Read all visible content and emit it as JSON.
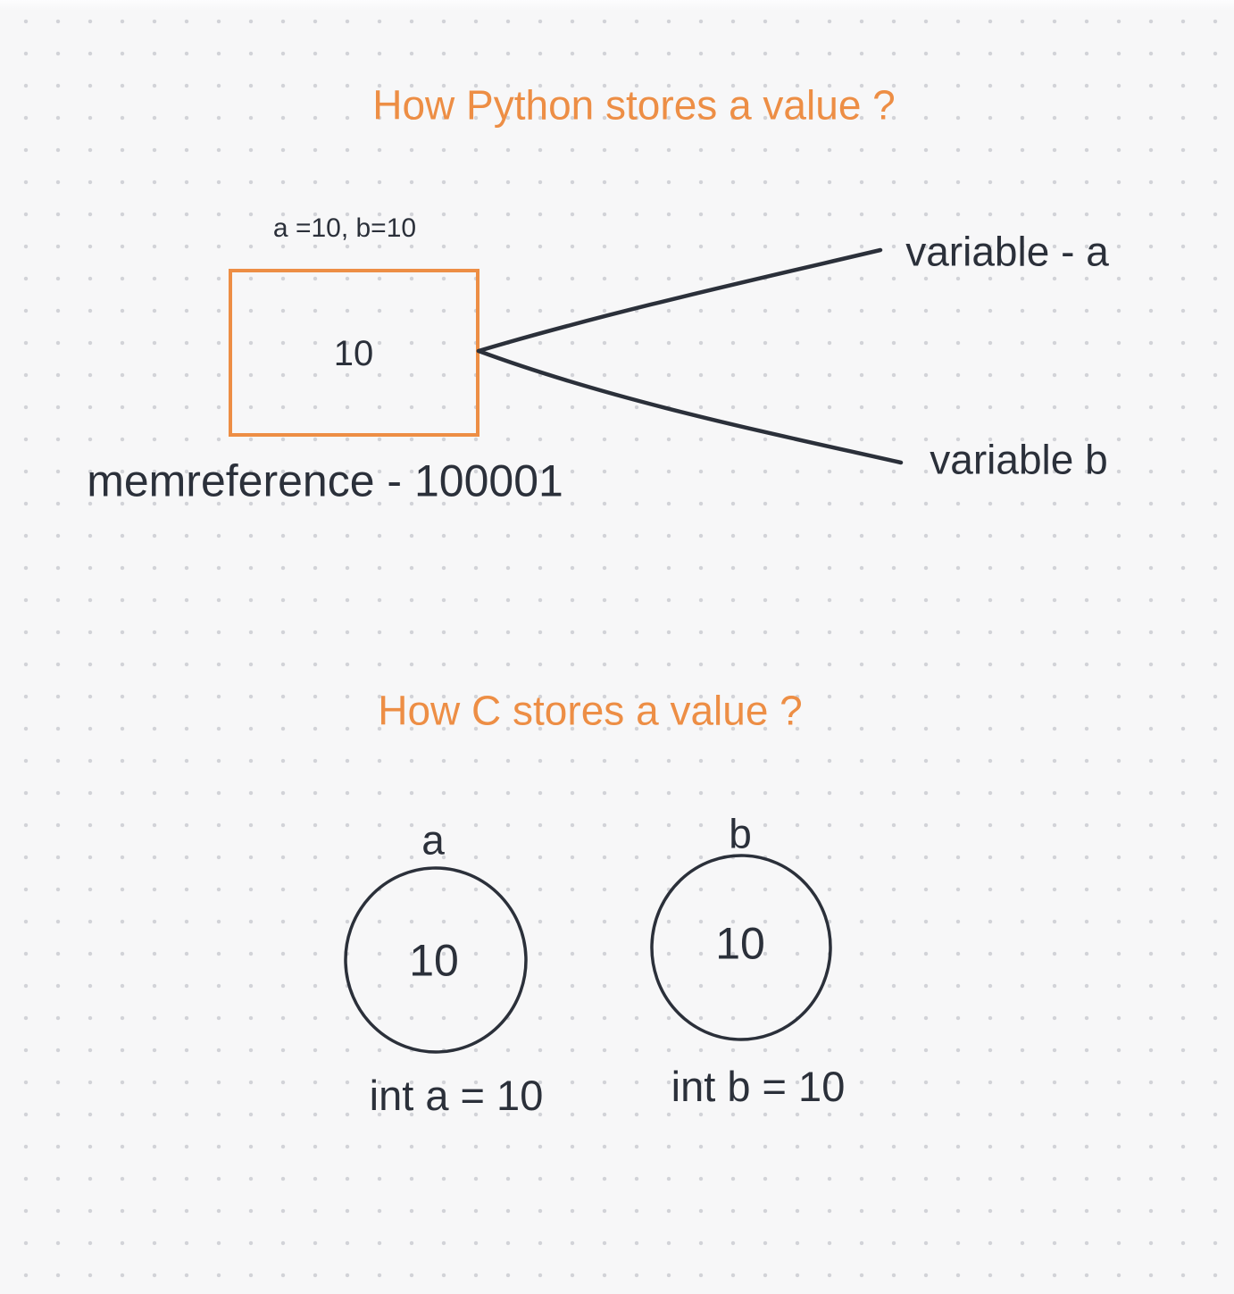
{
  "colors": {
    "background": "#f7f7f8",
    "grid_dot": "#d2d3d8",
    "accent": "#ed8e45",
    "ink": "#2b303a"
  },
  "python_section": {
    "title": "How Python stores a value ?",
    "assignment_label": "a =10, b=10",
    "box_value": "10",
    "memory_reference_label": "memreference - 100001",
    "variable_a_label": "variable - a",
    "variable_b_label": "variable b"
  },
  "c_section": {
    "title": "How C stores a value ?",
    "variable_a": {
      "name": "a",
      "value": "10",
      "declaration": "int a = 10"
    },
    "variable_b": {
      "name": "b",
      "value": "10",
      "declaration": "int b = 10"
    }
  }
}
